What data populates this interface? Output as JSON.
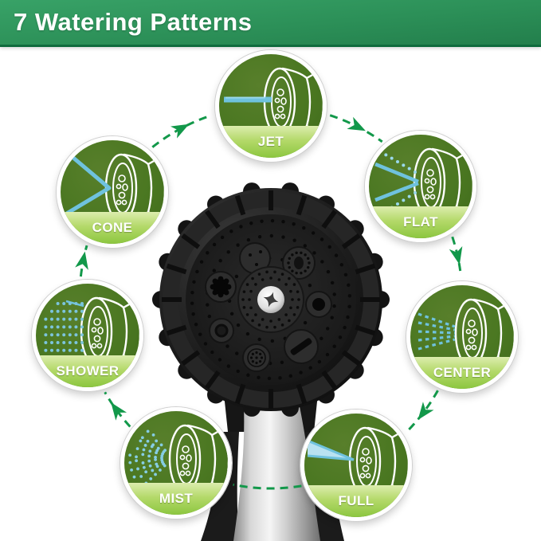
{
  "header": {
    "title": "7 Watering Patterns"
  },
  "badges": [
    {
      "label": "JET",
      "pattern": "jet"
    },
    {
      "label": "FLAT",
      "pattern": "flat"
    },
    {
      "label": "CENTER",
      "pattern": "center"
    },
    {
      "label": "FULL",
      "pattern": "full"
    },
    {
      "label": "MIST",
      "pattern": "mist"
    },
    {
      "label": "SHOWER",
      "pattern": "shower"
    },
    {
      "label": "CONE",
      "pattern": "cone"
    }
  ],
  "arrows": {
    "direction": "clockwise",
    "style": "dashed",
    "count": 7
  },
  "colors": {
    "header_green_top": "#38a267",
    "header_green_bottom": "#237f4c",
    "header_border": "#0f6b3d",
    "badge_green": "#4a7721",
    "band_top": "#dcedae",
    "band_bottom": "#8cc63f",
    "water_blue": "#6fc2de",
    "water_blue_light": "#9ad8ec",
    "arrow_green": "#12984a",
    "title_text": "#ffffff",
    "label_text": "#ffffff",
    "nozzle_black": "#1a1a1a",
    "background": "#ffffff"
  }
}
